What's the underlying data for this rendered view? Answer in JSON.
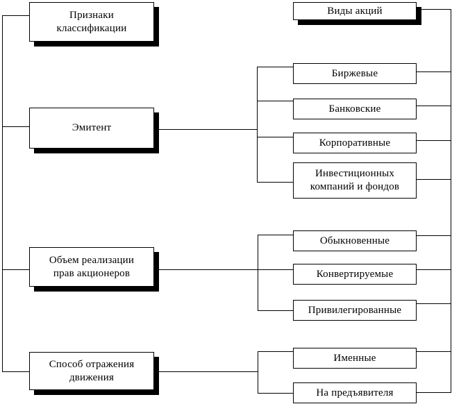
{
  "palette": {
    "line_color": "#000000",
    "box_background": "#ffffff",
    "box_border": "#000000",
    "shadow_color": "#000000",
    "text_color": "#000000"
  },
  "classification": {
    "header": {
      "lines": [
        "Признаки",
        "классификации"
      ]
    },
    "criteria": [
      {
        "key": "emitent",
        "lines": [
          "Эмитент"
        ]
      },
      {
        "key": "rights_volume",
        "lines": [
          "Объем реализации",
          "прав акционеров"
        ]
      },
      {
        "key": "movement_method",
        "lines": [
          "Способ отражения",
          "движения"
        ]
      }
    ]
  },
  "types": {
    "header": {
      "lines": [
        "Виды акций"
      ]
    },
    "groups": [
      {
        "items": [
          {
            "lines": [
              "Биржевые"
            ]
          },
          {
            "lines": [
              "Банковские"
            ]
          },
          {
            "lines": [
              "Корпоративные"
            ]
          },
          {
            "lines": [
              "Инвестиционных",
              "компаний и фондов"
            ]
          }
        ]
      },
      {
        "items": [
          {
            "lines": [
              "Обыкновенные"
            ]
          },
          {
            "lines": [
              "Конвертируемые"
            ]
          },
          {
            "lines": [
              "Привилегированные"
            ]
          }
        ]
      },
      {
        "items": [
          {
            "lines": [
              "Именные"
            ]
          },
          {
            "lines": [
              "На предъявителя"
            ]
          }
        ]
      }
    ]
  }
}
